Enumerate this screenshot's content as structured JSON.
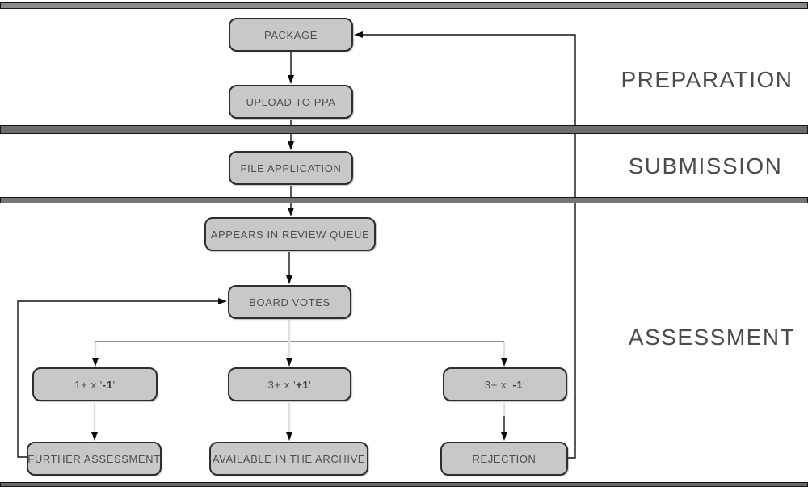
{
  "diagram": {
    "sections": {
      "preparation": "PREPARATION",
      "submission": "SUBMISSION",
      "assessment": "ASSESSMENT"
    },
    "nodes": {
      "package": "PACKAGE",
      "upload_to_ppa": "UPLOAD TO PPA",
      "file_application": "FILE APPLICATION",
      "appears_in_review_queue": "APPEARS IN REVIEW QUEUE",
      "board_votes": "BOARD VOTES",
      "vote_one_minus": {
        "prefix": "1+ x '",
        "bold": "-1",
        "suffix": "'"
      },
      "vote_three_plus": {
        "prefix": "3+ x '",
        "bold": "+1",
        "suffix": "'"
      },
      "vote_three_minus": {
        "prefix": "3+ x '",
        "bold": "-1",
        "suffix": "'"
      },
      "further_assessment": "FURTHER ASSESSMENT",
      "available_in_archive": "AVAILABLE IN THE ARCHIVE",
      "rejection": "REJECTION"
    },
    "colors": {
      "node_fill": "#c8c8c8",
      "node_border": "#2e2e2e",
      "node_text": "#4f4f4f",
      "section_text": "#4b4b4b",
      "divider_fill": "#6e6e6e",
      "connector_dark": "#141414",
      "connector_light": "#e0e0e0"
    }
  }
}
